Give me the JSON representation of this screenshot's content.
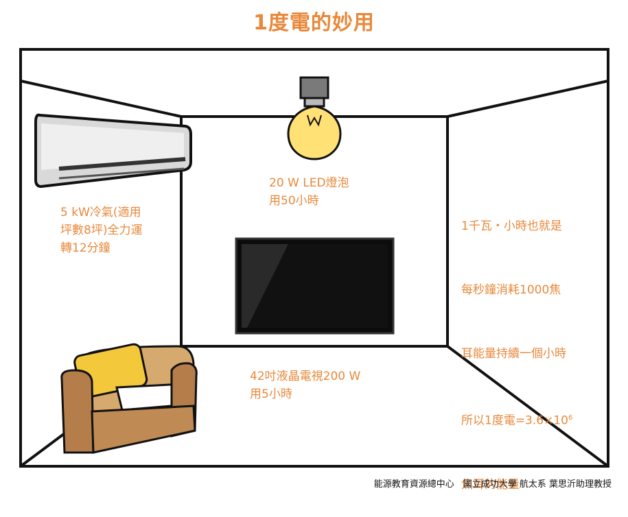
{
  "title": "1度電的妙用",
  "ac": {
    "label": "5 kW冷氣(適用\n坪數8坪)全力運\n轉12分鐘"
  },
  "bulb": {
    "label": "20 W LED燈泡\n用50小時"
  },
  "tv": {
    "label": "42吋液晶電視200 W\n用5小時"
  },
  "fact": {
    "line1": "1千瓦・小時也就是",
    "line2": "每秒鐘消耗1000焦",
    "line3": "耳能量持續一個小時",
    "line4_prefix": "所以1度電=3.6×10",
    "line4_exp": "6",
    "line5": "焦耳的能量"
  },
  "credit": "能源教育資源總中心　國立成功大學 航太系 葉思沂助理教授",
  "colors": {
    "accent": "#e8883a",
    "outline": "#111111",
    "bulb_glow": "#ffe176",
    "sofa": "#d6a96f",
    "cushion": "#f3c93b"
  }
}
